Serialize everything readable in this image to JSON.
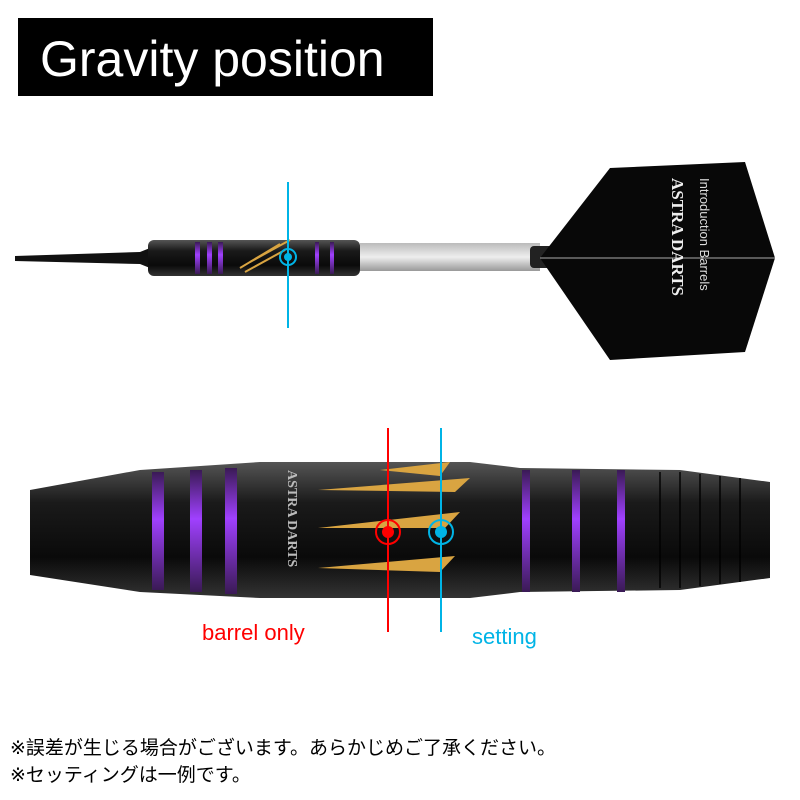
{
  "title": "Gravity position",
  "flight": {
    "line1": "Introduction Barrels",
    "brand": "ASTRA DARTS"
  },
  "barrel_brand": "ASTRA DARTS",
  "markers": {
    "barrel_only": {
      "label": "barrel only",
      "color": "#ff0000"
    },
    "setting": {
      "label": "setting",
      "color": "#00b4e6"
    }
  },
  "notes": [
    "※誤差が生じる場合がございます。あらかじめご了承ください。",
    "※セッティングは一例です。"
  ],
  "colors": {
    "purple_ring": "#8a2be2",
    "gold_cut": "#d9a441"
  }
}
